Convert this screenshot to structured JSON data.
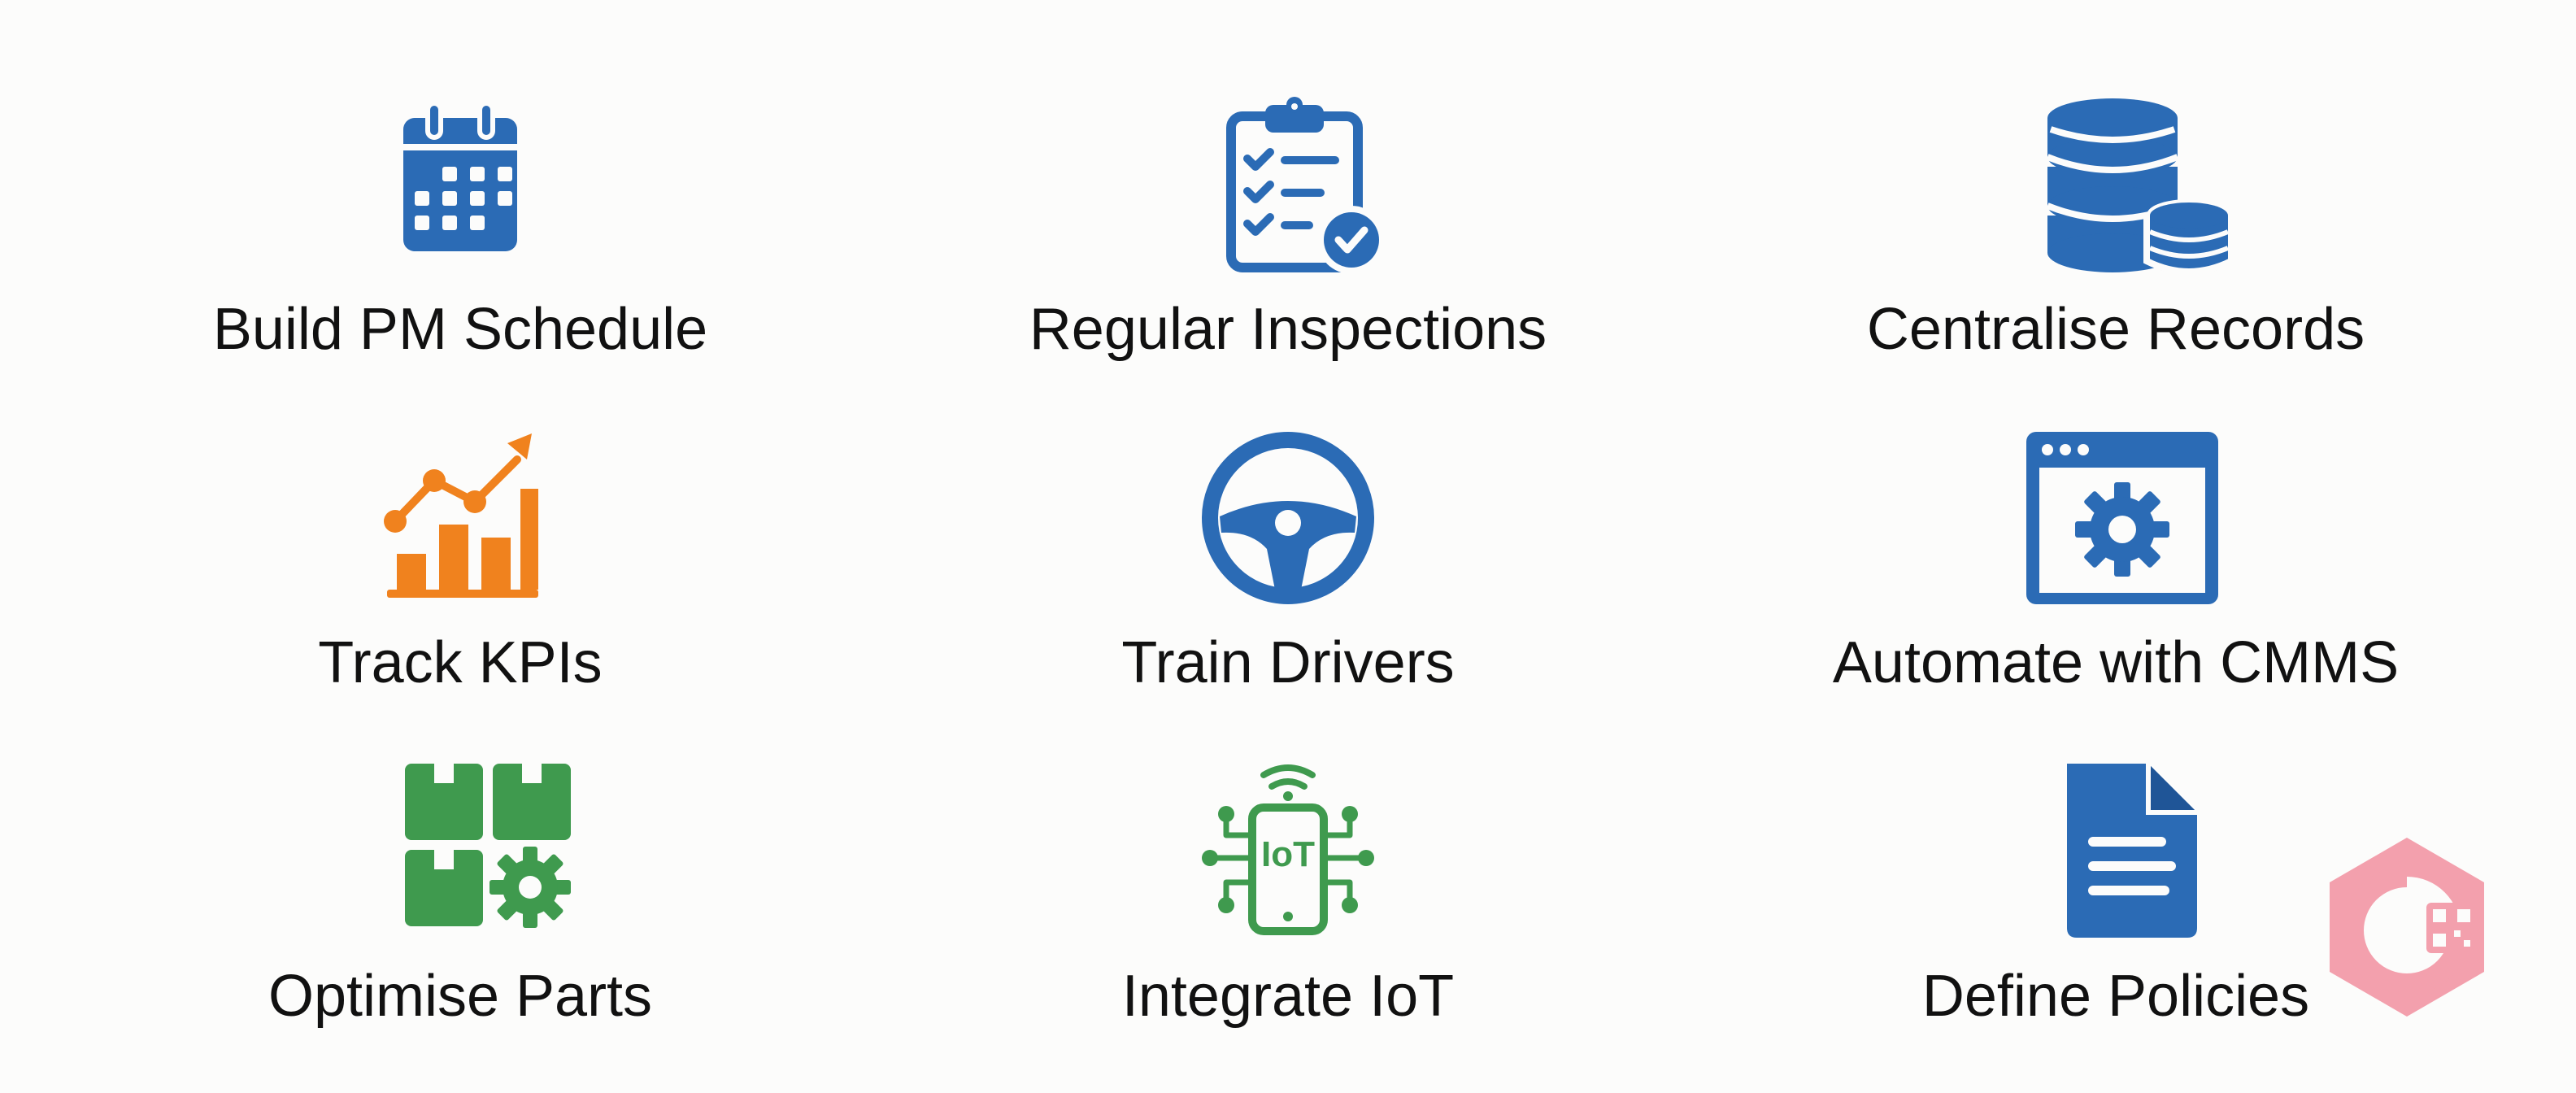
{
  "colors": {
    "blue": "#2b6bb5",
    "orange": "#f0821e",
    "green": "#3f9a4e",
    "text": "#111111",
    "watermark": "#f28a9a"
  },
  "items": [
    {
      "label": "Build PM Schedule",
      "icon": "calendar-icon"
    },
    {
      "label": "Regular Inspections",
      "icon": "clipboard-checklist-icon"
    },
    {
      "label": "Centralise Records",
      "icon": "database-icon"
    },
    {
      "label": "Track KPIs",
      "icon": "growth-chart-icon"
    },
    {
      "label": "Train Drivers",
      "icon": "steering-wheel-icon"
    },
    {
      "label": "Automate with CMMS",
      "icon": "browser-gear-icon"
    },
    {
      "label": "Optimise Parts",
      "icon": "parts-boxes-gear-icon"
    },
    {
      "label": "Integrate IoT",
      "icon": "iot-device-icon",
      "icon_text": "IoT"
    },
    {
      "label": "Define Policies",
      "icon": "policy-document-icon"
    }
  ]
}
